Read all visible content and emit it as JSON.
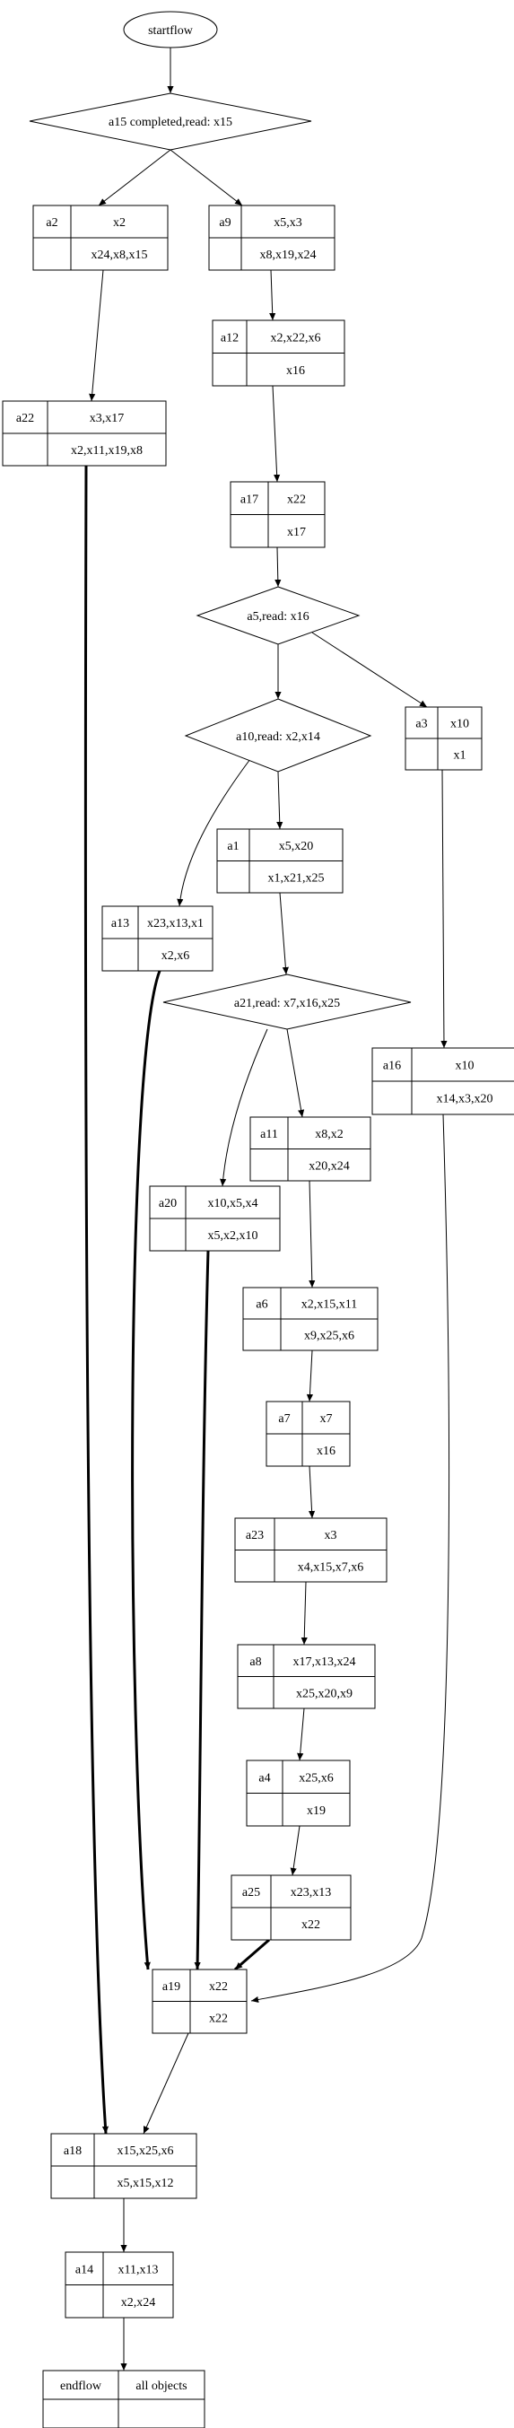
{
  "start": "startflow",
  "decisions": [
    {
      "id": "d-a15",
      "label": "a15 completed,read: x15"
    },
    {
      "id": "d-a5",
      "label": "a5,read: x16"
    },
    {
      "id": "d-a10",
      "label": "a10,read: x2,x14"
    },
    {
      "id": "d-a21",
      "label": "a21,read: x7,x16,x25"
    }
  ],
  "nodes": [
    {
      "id": "a2",
      "name": "a2",
      "top": "x2",
      "bottom": "x24,x8,x15"
    },
    {
      "id": "a9",
      "name": "a9",
      "top": "x5,x3",
      "bottom": "x8,x19,x24"
    },
    {
      "id": "a12",
      "name": "a12",
      "top": "x2,x22,x6",
      "bottom": "x16"
    },
    {
      "id": "a22",
      "name": "a22",
      "top": "x3,x17",
      "bottom": "x2,x11,x19,x8"
    },
    {
      "id": "a17",
      "name": "a17",
      "top": "x22",
      "bottom": "x17"
    },
    {
      "id": "a3",
      "name": "a3",
      "top": "x10",
      "bottom": "x1"
    },
    {
      "id": "a1",
      "name": "a1",
      "top": "x5,x20",
      "bottom": "x1,x21,x25"
    },
    {
      "id": "a13",
      "name": "a13",
      "top": "x23,x13,x1",
      "bottom": "x2,x6"
    },
    {
      "id": "a16",
      "name": "a16",
      "top": "x10",
      "bottom": "x14,x3,x20"
    },
    {
      "id": "a11",
      "name": "a11",
      "top": "x8,x2",
      "bottom": "x20,x24"
    },
    {
      "id": "a20",
      "name": "a20",
      "top": "x10,x5,x4",
      "bottom": "x5,x2,x10"
    },
    {
      "id": "a6",
      "name": "a6",
      "top": "x2,x15,x11",
      "bottom": "x9,x25,x6"
    },
    {
      "id": "a7",
      "name": "a7",
      "top": "x7",
      "bottom": "x16"
    },
    {
      "id": "a23",
      "name": "a23",
      "top": "x3",
      "bottom": "x4,x15,x7,x6"
    },
    {
      "id": "a8",
      "name": "a8",
      "top": "x17,x13,x24",
      "bottom": "x25,x20,x9"
    },
    {
      "id": "a4",
      "name": "a4",
      "top": "x25,x6",
      "bottom": "x19"
    },
    {
      "id": "a25",
      "name": "a25",
      "top": "x23,x13",
      "bottom": "x22"
    },
    {
      "id": "a19",
      "name": "a19",
      "top": "x22",
      "bottom": "x22"
    },
    {
      "id": "a18",
      "name": "a18",
      "top": "x15,x25,x6",
      "bottom": "x5,x15,x12"
    },
    {
      "id": "a14",
      "name": "a14",
      "top": "x11,x13",
      "bottom": "x2,x24"
    },
    {
      "id": "endflow",
      "name": "endflow",
      "top": "all objects",
      "bottom": ""
    }
  ]
}
